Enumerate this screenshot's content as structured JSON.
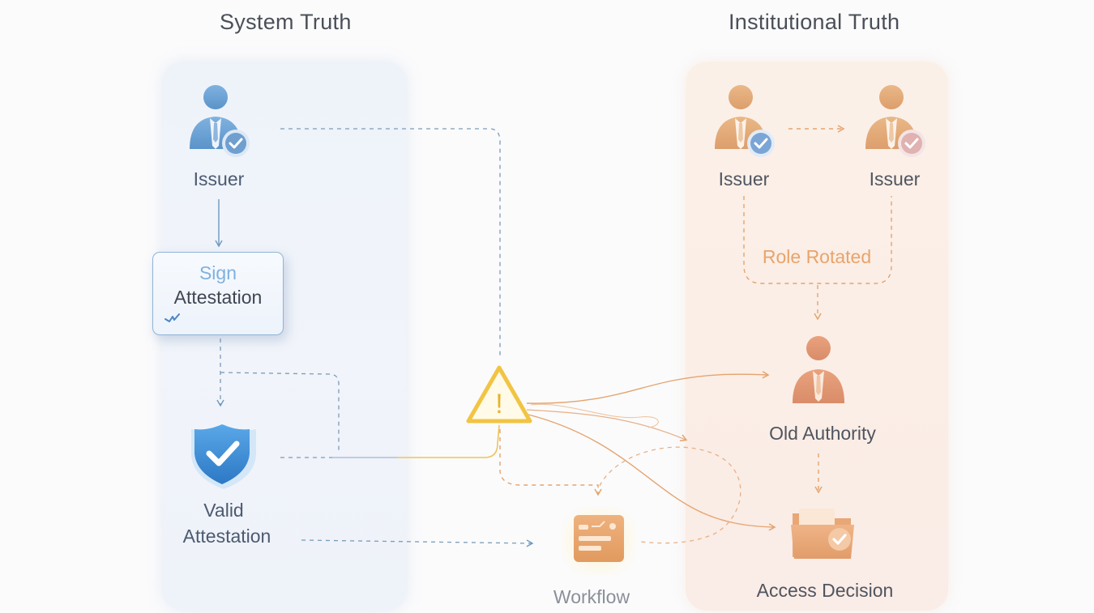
{
  "titles": {
    "left": "System Truth",
    "right": "Institutional Truth"
  },
  "system": {
    "issuer_label": "Issuer",
    "sign_line1": "Sign",
    "sign_line2": "Attestation",
    "valid_line1": "Valid",
    "valid_line2": "Attestation"
  },
  "institution": {
    "issuer_a_label": "Issuer",
    "issuer_b_label": "Issuer",
    "rotation_label": "Role Rotated",
    "old_authority_label": "Old Authority",
    "access_decision_label": "Access Decision"
  },
  "center": {
    "workflow_label": "Workflow",
    "warning_glyph": "!"
  },
  "colors": {
    "system_blue": "#5b93c9",
    "institution_orange": "#e4a46f",
    "warning_yellow": "#f2c443",
    "dashed_line": "#7a9cb8"
  },
  "icons": {
    "issuer": "person-icon",
    "verified": "check-badge-icon",
    "warning": "warning-triangle-icon",
    "shield": "shield-check-icon",
    "workflow": "workflow-document-icon",
    "folder": "folder-check-icon"
  }
}
